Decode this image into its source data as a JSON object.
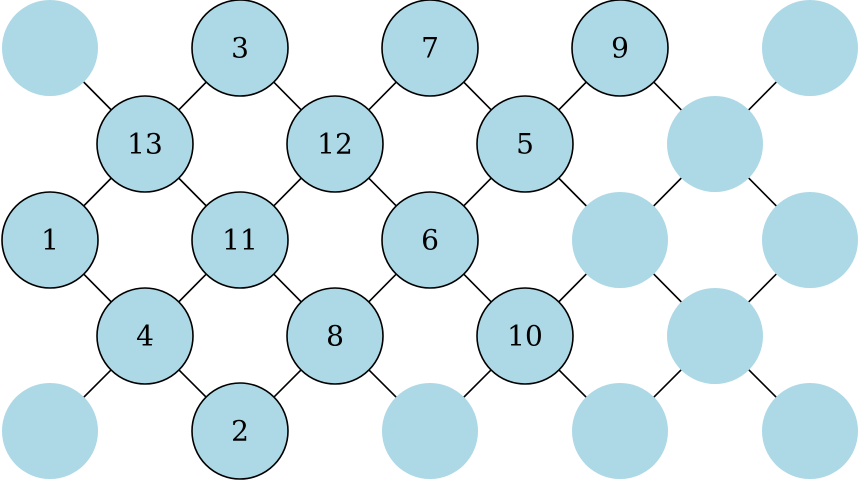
{
  "colors": {
    "node_fill": "#add8e6",
    "node_stroke": "#000000",
    "edge": "#000000",
    "background": "#ffffff"
  },
  "nodes": [
    {
      "id": "tl",
      "label": "",
      "outlined": false
    },
    {
      "id": "n3",
      "label": "3",
      "outlined": true
    },
    {
      "id": "n7",
      "label": "7",
      "outlined": true
    },
    {
      "id": "n9",
      "label": "9",
      "outlined": true
    },
    {
      "id": "tr",
      "label": "",
      "outlined": false
    },
    {
      "id": "n13",
      "label": "13",
      "outlined": true
    },
    {
      "id": "n12",
      "label": "12",
      "outlined": true
    },
    {
      "id": "n5",
      "label": "5",
      "outlined": true
    },
    {
      "id": "r1",
      "label": "",
      "outlined": false
    },
    {
      "id": "n1",
      "label": "1",
      "outlined": true
    },
    {
      "id": "n11",
      "label": "11",
      "outlined": true
    },
    {
      "id": "n6",
      "label": "6",
      "outlined": true
    },
    {
      "id": "m2a",
      "label": "",
      "outlined": false
    },
    {
      "id": "m2b",
      "label": "",
      "outlined": false
    },
    {
      "id": "n4",
      "label": "4",
      "outlined": true
    },
    {
      "id": "n8",
      "label": "8",
      "outlined": true
    },
    {
      "id": "n10",
      "label": "10",
      "outlined": true
    },
    {
      "id": "r3",
      "label": "",
      "outlined": false
    },
    {
      "id": "bl",
      "label": "",
      "outlined": false
    },
    {
      "id": "n2",
      "label": "2",
      "outlined": true
    },
    {
      "id": "b1",
      "label": "",
      "outlined": false
    },
    {
      "id": "b2",
      "label": "",
      "outlined": false
    },
    {
      "id": "b3",
      "label": "",
      "outlined": false
    }
  ],
  "edges": [
    [
      "tl",
      "n13"
    ],
    [
      "n3",
      "n13"
    ],
    [
      "n3",
      "n12"
    ],
    [
      "n7",
      "n12"
    ],
    [
      "n7",
      "n5"
    ],
    [
      "n9",
      "n5"
    ],
    [
      "n9",
      "r1"
    ],
    [
      "tr",
      "r1"
    ],
    [
      "n13",
      "n1"
    ],
    [
      "n13",
      "n11"
    ],
    [
      "n12",
      "n11"
    ],
    [
      "n12",
      "n6"
    ],
    [
      "n5",
      "n6"
    ],
    [
      "n5",
      "m2a"
    ],
    [
      "r1",
      "m2a"
    ],
    [
      "r1",
      "m2b"
    ],
    [
      "n1",
      "n4"
    ],
    [
      "n11",
      "n4"
    ],
    [
      "n11",
      "n8"
    ],
    [
      "n6",
      "n8"
    ],
    [
      "n6",
      "n10"
    ],
    [
      "m2a",
      "n10"
    ],
    [
      "m2a",
      "r3"
    ],
    [
      "m2b",
      "r3"
    ],
    [
      "n4",
      "bl"
    ],
    [
      "n4",
      "n2"
    ],
    [
      "n8",
      "n2"
    ],
    [
      "n8",
      "b1"
    ],
    [
      "n10",
      "b1"
    ],
    [
      "n10",
      "b2"
    ],
    [
      "r3",
      "b2"
    ],
    [
      "r3",
      "b3"
    ]
  ]
}
